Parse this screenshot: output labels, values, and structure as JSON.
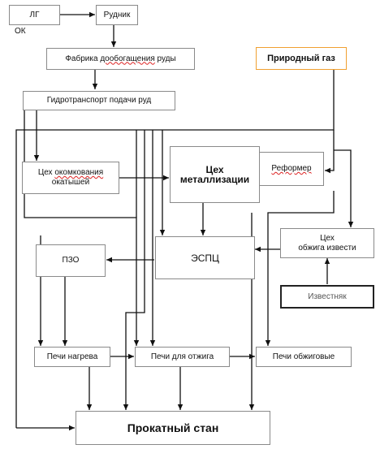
{
  "nodes": {
    "lg": "ЛГ",
    "ok": "ОК",
    "rudnik": "Рудник",
    "fabrika_a": "Фабрика",
    "fabrika_b": "дообогащения",
    "fabrika_c": "руды",
    "gidro": "Гидротранспорт подачи руд",
    "gas": "Природный газ",
    "okom_1a": "Цех",
    "okom_1b": "окомкования",
    "okom_2": "окатышей",
    "metal_1": "Цех",
    "metal_2": "металлизации",
    "reformer": "Реформер",
    "izvest_1": "Цех",
    "izvest_2": "обжига извести",
    "pzo": "ПЗО",
    "espc": "ЭСПЦ",
    "izvestnyak": "Известняк",
    "nagrev": "Печи нагрева",
    "otzhig": "Печи для отжига",
    "obzhig": "Печи обжиговые",
    "stan": "Прокатный стан"
  },
  "colors": {
    "line": "#111111",
    "box_border": "#8a8a8a",
    "gas_border": "#f0a030",
    "spell_mark": "#d22222"
  }
}
